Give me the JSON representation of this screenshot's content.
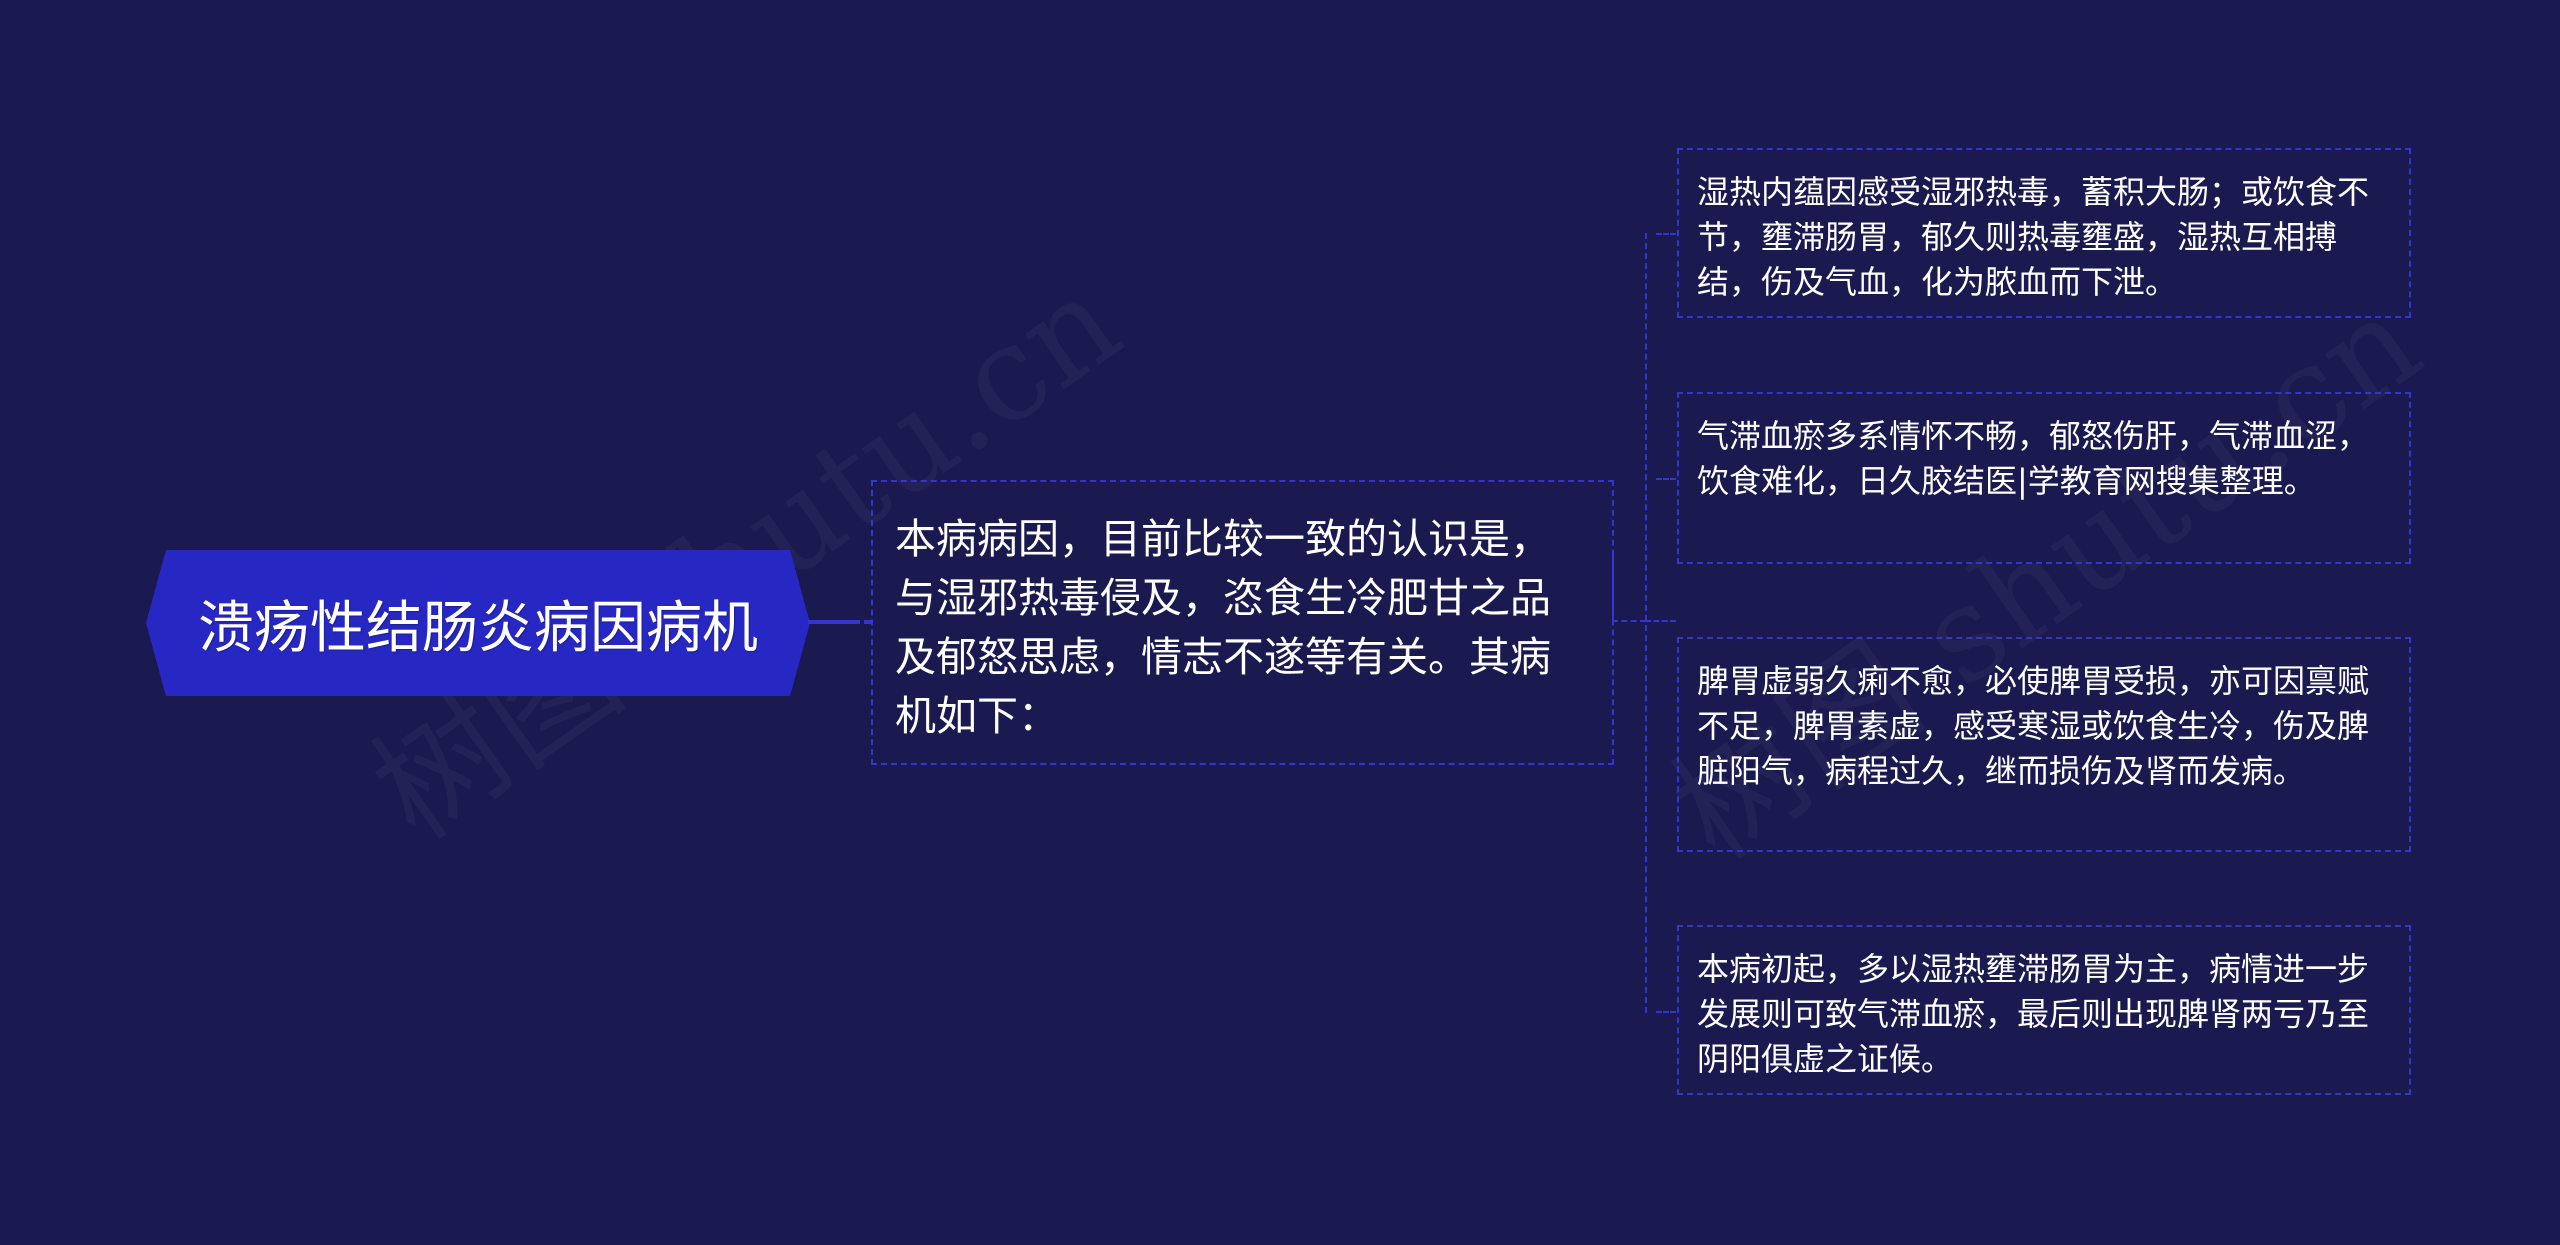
{
  "diagram": {
    "type": "mind-map",
    "colors": {
      "background": "#1a1950",
      "root_fill": "#2727c4",
      "connector": "#3434d0",
      "text": "#ffffff"
    },
    "root": {
      "label": "溃疡性结肠炎病因病机"
    },
    "center": {
      "text": "本病病因，目前比较一致的认识是，与湿邪热毒侵及，恣食生冷肥甘之品及郁怒思虑，情志不遂等有关。其病机如下："
    },
    "children": [
      {
        "text": "湿热内蕴因感受湿邪热毒，蓄积大肠；或饮食不节，壅滞肠胃，郁久则热毒壅盛，湿热互相搏结，伤及气血，化为脓血而下泄。"
      },
      {
        "text": "气滞血瘀多系情怀不畅，郁怒伤肝，气滞血涩，饮食难化，日久胶结医|学教育网搜集整理。"
      },
      {
        "text": "脾胃虚弱久痢不愈，必使脾胃受损，亦可因禀赋不足，脾胃素虚，感受寒湿或饮食生冷，伤及脾脏阳气，病程过久，继而损伤及肾而发病。"
      },
      {
        "text": "本病初起，多以湿热壅滞肠胃为主，病情进一步发展则可致气滞血瘀，最后则出现脾肾两亏乃至阴阳俱虚之证候。"
      }
    ]
  },
  "watermarks": [
    {
      "text": "树图 shutu.cn"
    },
    {
      "text": "树图 shutu.cn"
    }
  ]
}
